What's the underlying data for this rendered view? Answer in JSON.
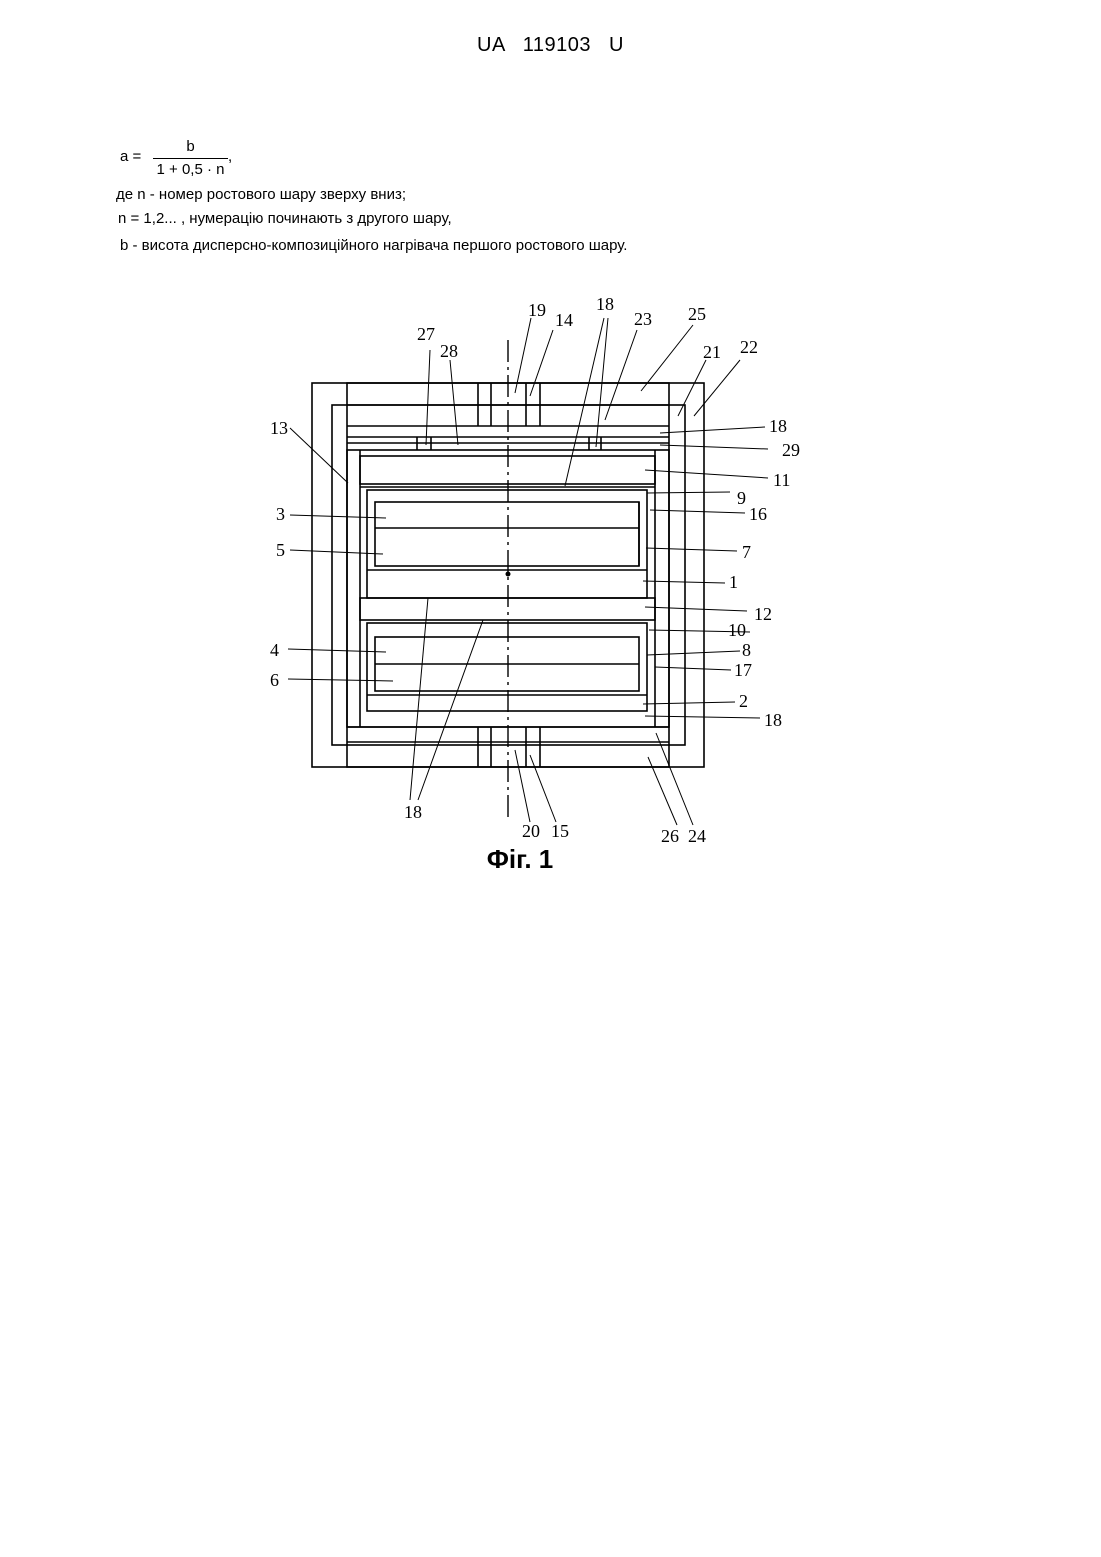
{
  "header": {
    "doc_number": "UA   119103   U"
  },
  "formula": {
    "lhs": "a =",
    "numerator": "b",
    "denominator": "1 + 0,5 · n",
    "trailing": ","
  },
  "definitions": [
    "де  n  - номер ростового шару зверху вниз;",
    "n = 1,2... , нумерацію починають з другого шару,",
    "b  - висота дисперсно-композиційного нагрівача першого ростового шару."
  ],
  "figure": {
    "caption": "Фiг. 1",
    "labels": [
      "19",
      "14",
      "18",
      "23",
      "25",
      "21",
      "22",
      "27",
      "28",
      "13",
      "18",
      "29",
      "11",
      "9",
      "16",
      "3",
      "5",
      "7",
      "1",
      "12",
      "10",
      "4",
      "8",
      "17",
      "6",
      "2",
      "18",
      "18",
      "20",
      "15",
      "26",
      "24"
    ]
  }
}
